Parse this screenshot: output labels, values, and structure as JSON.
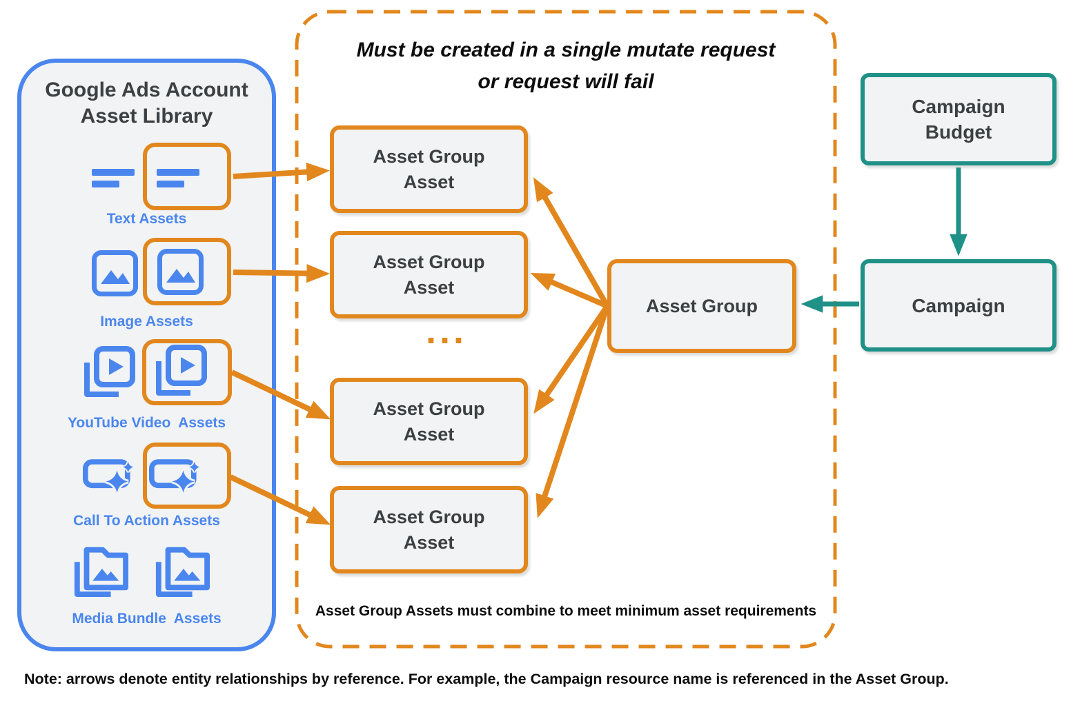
{
  "library": {
    "title_line1": "Google Ads Account",
    "title_line2": "Asset Library",
    "items": [
      {
        "label": "Text Assets",
        "icon": "text-asset-icon"
      },
      {
        "label": "Image Assets",
        "icon": "image-asset-icon"
      },
      {
        "label": "YouTube Video  Assets",
        "icon": "youtube-video-asset-icon"
      },
      {
        "label": "Call To Action Assets",
        "icon": "call-to-action-asset-icon"
      },
      {
        "label": "Media Bundle  Assets",
        "icon": "media-bundle-asset-icon"
      }
    ]
  },
  "mutate_group": {
    "heading_line1": "Must be created in a single mutate request",
    "heading_line2": "or request will fail",
    "asset_group_asset_line1": "Asset Group",
    "asset_group_asset_line2": "Asset",
    "ellipsis": "...",
    "caption": "Asset Group Assets must combine to meet minimum asset requirements"
  },
  "nodes": {
    "asset_group": "Asset Group",
    "campaign_budget_line1": "Campaign",
    "campaign_budget_line2": "Budget",
    "campaign": "Campaign"
  },
  "note": "Note: arrows denote entity relationships by reference. For example, the Campaign resource name is referenced in the Asset Group.",
  "colors": {
    "blue": "#4A86EE",
    "orange": "#E2871D",
    "teal": "#1F9187",
    "box_background": "#F1F3F4",
    "dark_text": "#3C4043"
  }
}
